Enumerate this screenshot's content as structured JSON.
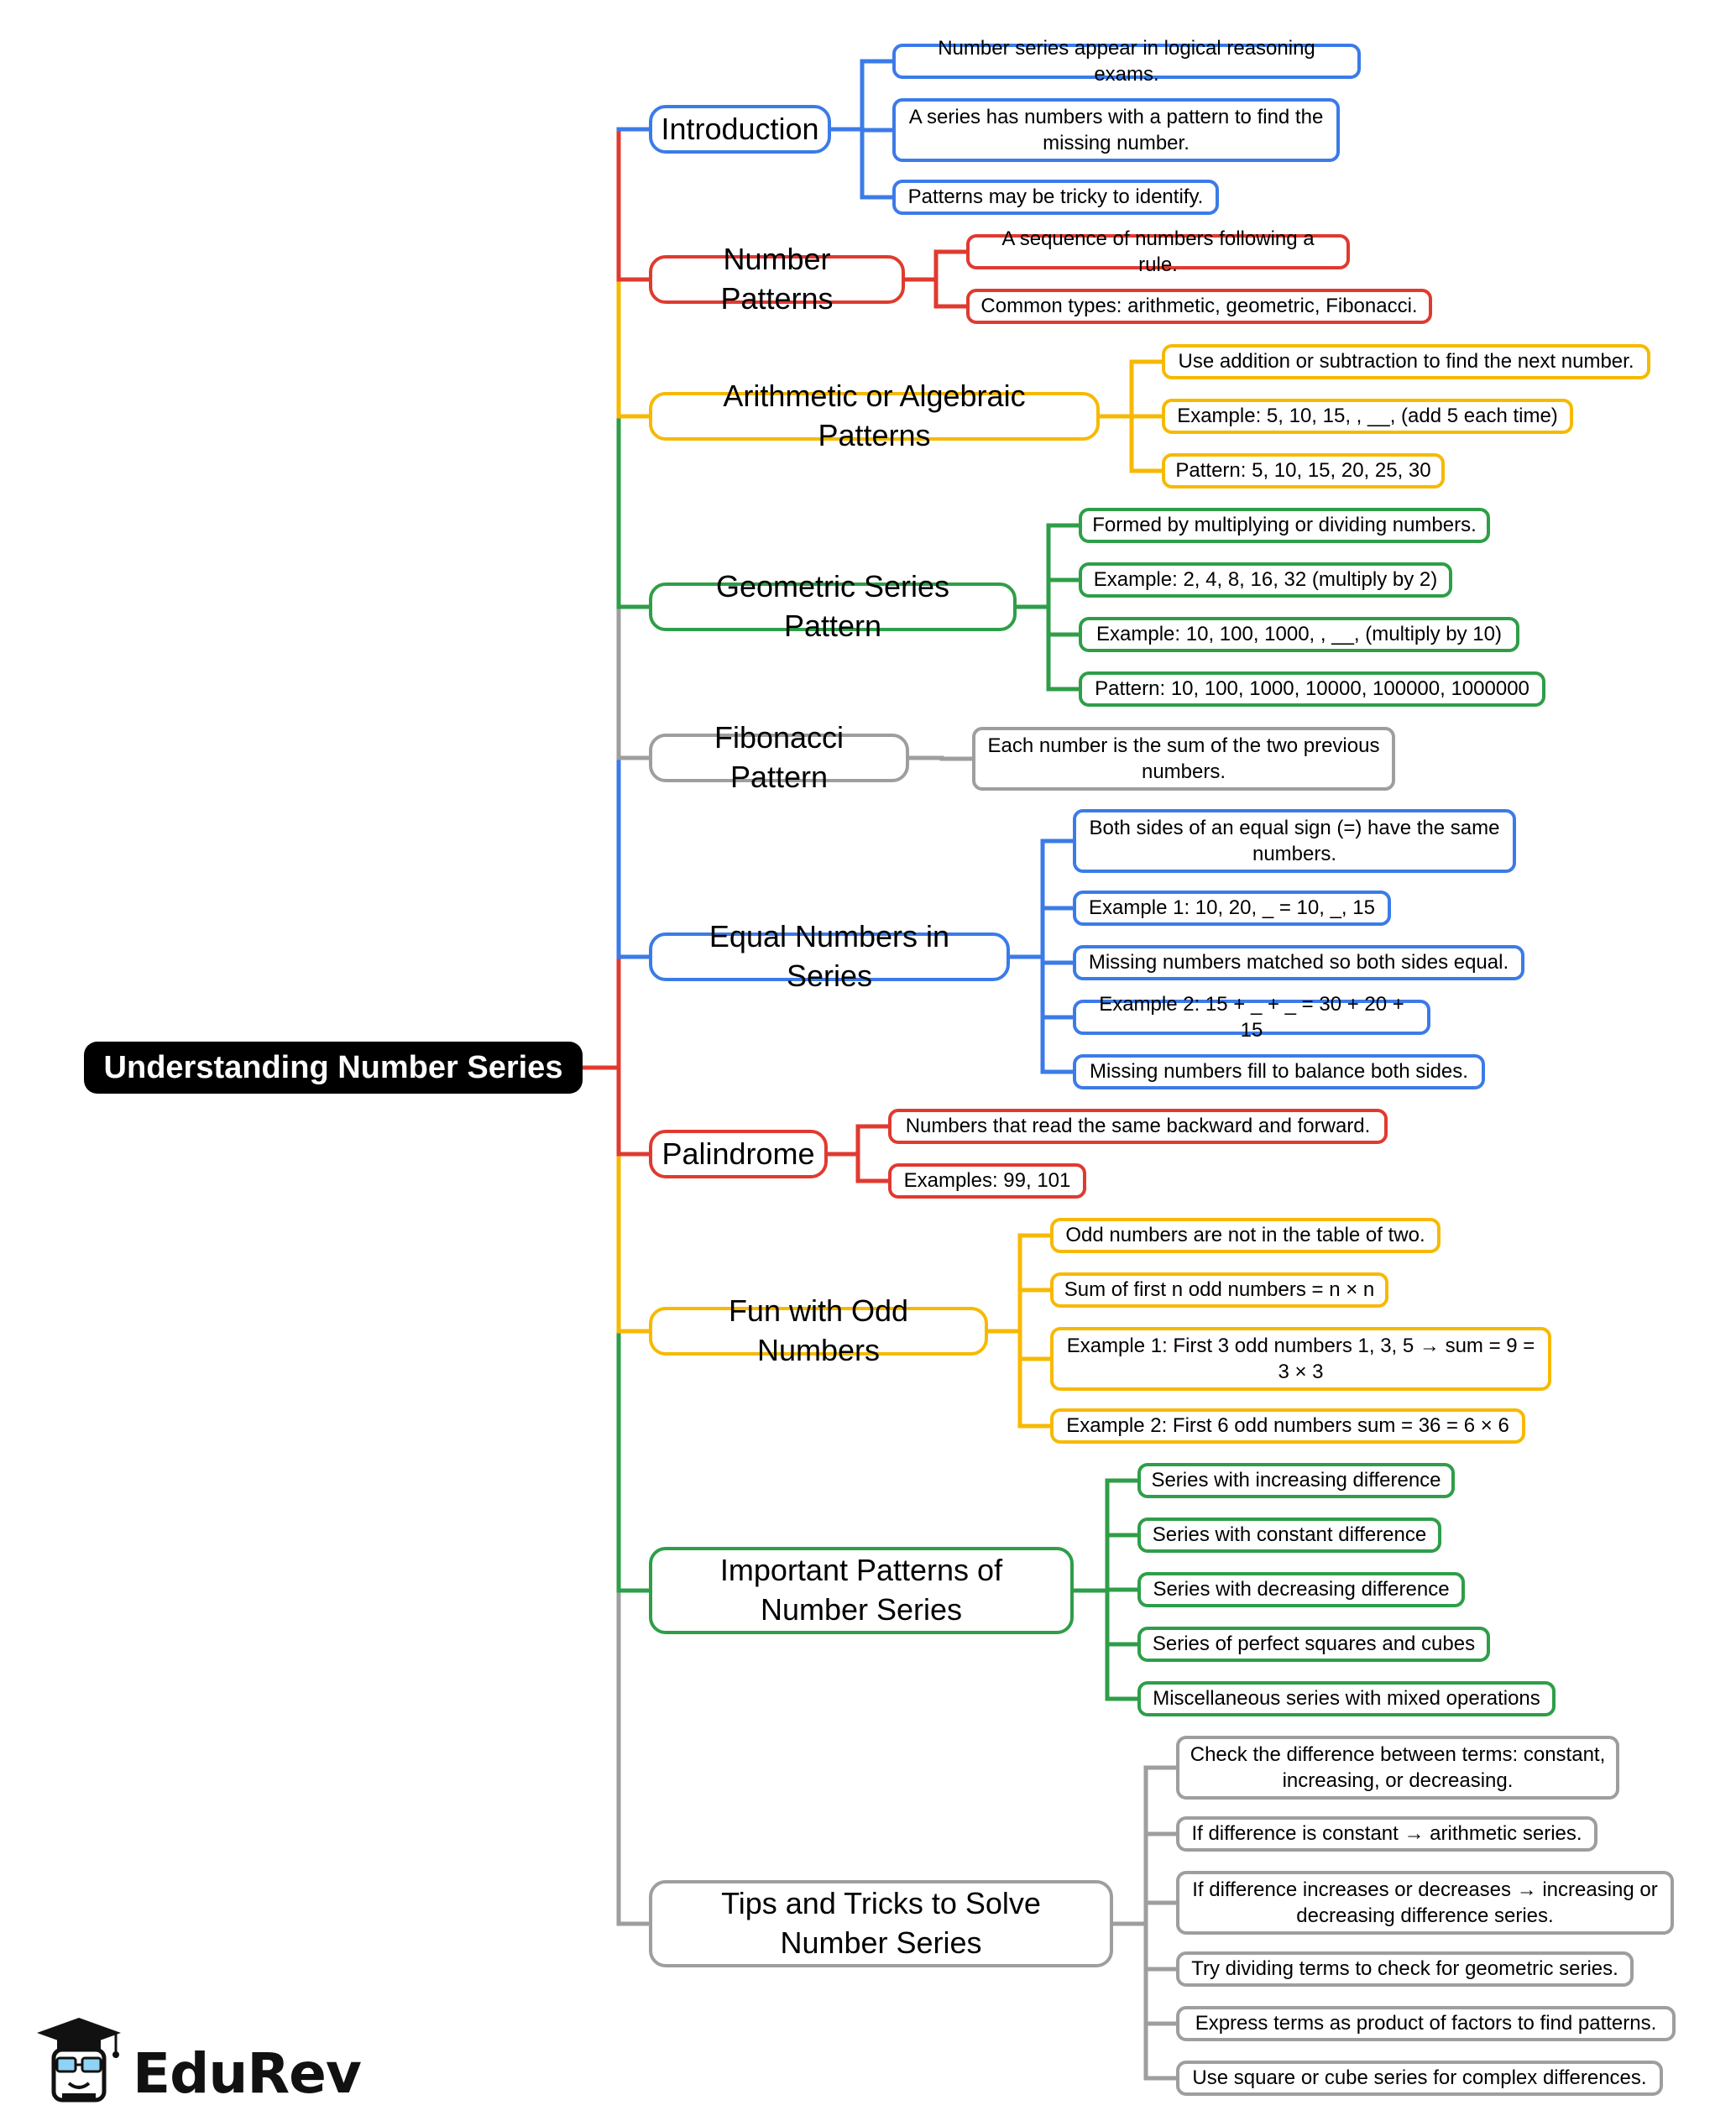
{
  "root": {
    "label": "Understanding Number Series"
  },
  "colors": {
    "blue": "#3b7be8",
    "red": "#e03a30",
    "yellow": "#f7b900",
    "green": "#2e9e48",
    "gray": "#9e9e9e",
    "root_link": "#e03a30"
  },
  "branches": [
    {
      "id": "introduction",
      "label": "Introduction",
      "color": "blue",
      "items": [
        "Number series appear in logical reasoning exams.",
        "A series has numbers with a pattern to find the missing number.",
        "Patterns may be tricky to identify."
      ]
    },
    {
      "id": "number-patterns",
      "label": "Number Patterns",
      "color": "red",
      "items": [
        "A sequence of numbers following a rule.",
        "Common types: arithmetic, geometric, Fibonacci."
      ]
    },
    {
      "id": "arithmetic",
      "label": "Arithmetic or Algebraic Patterns",
      "color": "yellow",
      "items": [
        "Use addition or subtraction to find the next number.",
        "Example: 5, 10, 15, , __, (add 5 each time)",
        "Pattern: 5, 10, 15, 20, 25, 30"
      ]
    },
    {
      "id": "geometric",
      "label": "Geometric Series Pattern",
      "color": "green",
      "items": [
        "Formed by multiplying or dividing numbers.",
        "Example: 2, 4, 8, 16, 32 (multiply by 2)",
        "Example: 10, 100, 1000, , __, (multiply by 10)",
        "Pattern: 10, 100, 1000, 10000, 100000, 1000000"
      ]
    },
    {
      "id": "fibonacci",
      "label": "Fibonacci Pattern",
      "color": "gray",
      "items": [
        "Each number is the sum of the two previous numbers."
      ]
    },
    {
      "id": "equal-numbers",
      "label": "Equal Numbers in Series",
      "color": "blue",
      "items": [
        "Both sides of an equal sign (=) have the same numbers.",
        "Example 1: 10, 20, _ = 10, _, 15",
        "Missing numbers matched so both sides equal.",
        "Example 2: 15 + _ + _ = 30 + 20 + 15",
        "Missing numbers fill to balance both sides."
      ]
    },
    {
      "id": "palindrome",
      "label": "Palindrome",
      "color": "red",
      "items": [
        "Numbers that read the same backward and forward.",
        "Examples: 99, 101"
      ]
    },
    {
      "id": "odd-numbers",
      "label": "Fun with Odd Numbers",
      "color": "yellow",
      "items": [
        "Odd numbers are not in the table of two.",
        "Sum of first n odd numbers = n × n",
        "Example 1: First 3 odd numbers 1, 3, 5 → sum = 9 = 3 × 3",
        "Example 2: First 6 odd numbers sum = 36 = 6 × 6"
      ]
    },
    {
      "id": "important-patterns",
      "label": "Important Patterns of Number Series",
      "color": "green",
      "items": [
        "Series with increasing difference",
        "Series with constant difference",
        "Series with decreasing difference",
        "Series of perfect squares and cubes",
        "Miscellaneous series with mixed operations"
      ]
    },
    {
      "id": "tips",
      "label": "Tips and Tricks to Solve Number Series",
      "color": "gray",
      "items": [
        "Check the difference between terms: constant, increasing, or decreasing.",
        "If difference is constant → arithmetic series.",
        "If difference increases or decreases → increasing or decreasing difference series.",
        "Try dividing terms to check for geometric series.",
        "Express terms as product of factors to find patterns.",
        "Use square or cube series for complex differences."
      ]
    }
  ],
  "logo": {
    "text": "EduRev",
    "icon": "graduation-cap-mascot-icon"
  }
}
